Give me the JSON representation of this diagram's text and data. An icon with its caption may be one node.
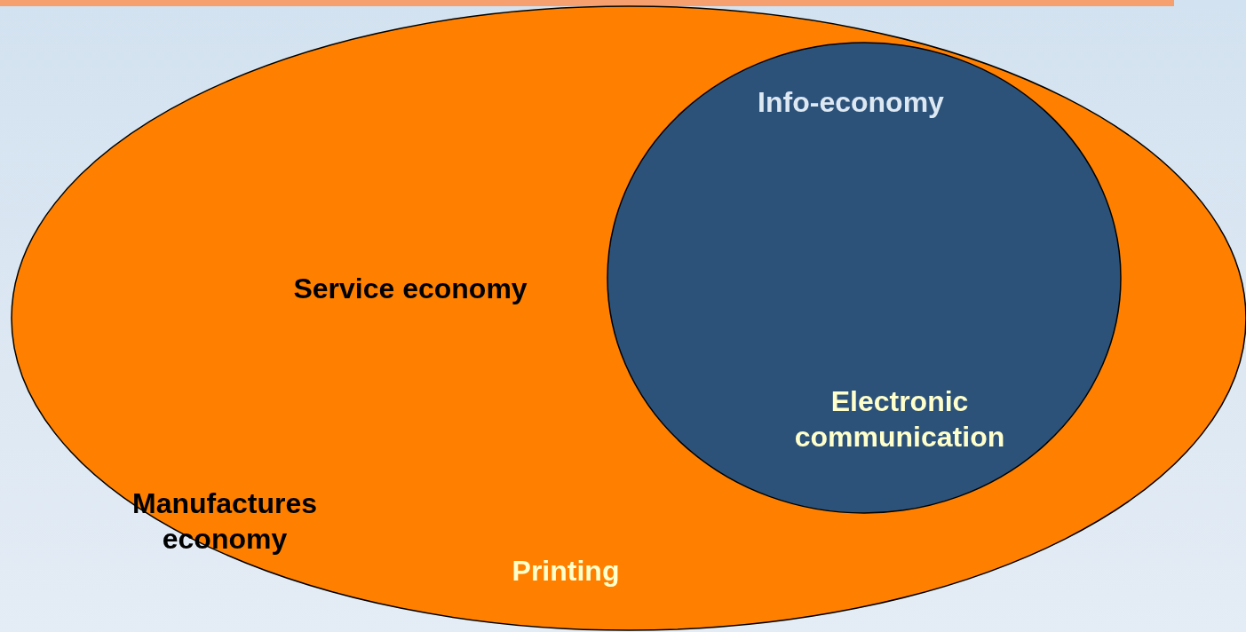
{
  "diagram": {
    "nodes": [
      {
        "text": [
          "Service economy",
          "Printing"
        ]
      },
      {
        "text": [
          "Info-economy",
          "Electronic communication"
        ],
        "in": 0
      }
    ],
    "labels": [
      "Manufactures economy"
    ]
  }
}
